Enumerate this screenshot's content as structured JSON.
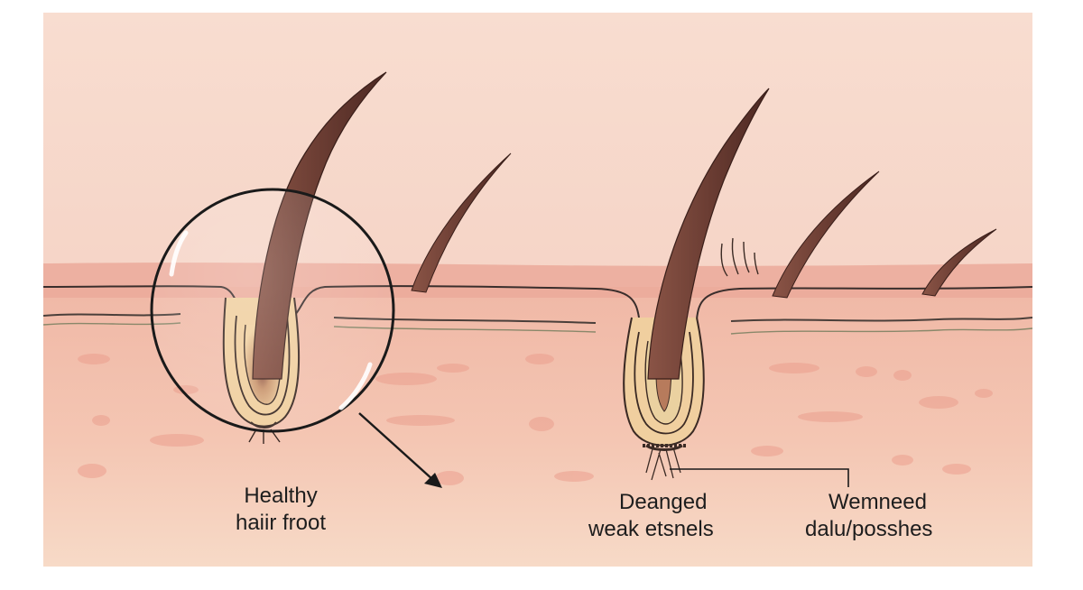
{
  "labels": {
    "healthy": {
      "line1": "Healthy",
      "line2": "haiir froot"
    },
    "damaged": {
      "line1": "Deanged",
      "line2": "weak etsnels"
    },
    "weakened": {
      "line1": "Wemneed",
      "line2": "dalu/posshes"
    }
  },
  "colors": {
    "background_top": "#f6d7c9",
    "skin_band": "#ecb0a2",
    "dermis": "#f3c1b0",
    "dermis_deep": "#f5d3c0",
    "hair": "#6e3f35",
    "hair_dark": "#4e2a24",
    "bulb": "#efcc9c",
    "outline": "#2b2b2b"
  },
  "icons": {
    "magnifier": "magnifier-lens",
    "pointer": "arrow-pointer",
    "stress_marks": "distress-lines"
  }
}
